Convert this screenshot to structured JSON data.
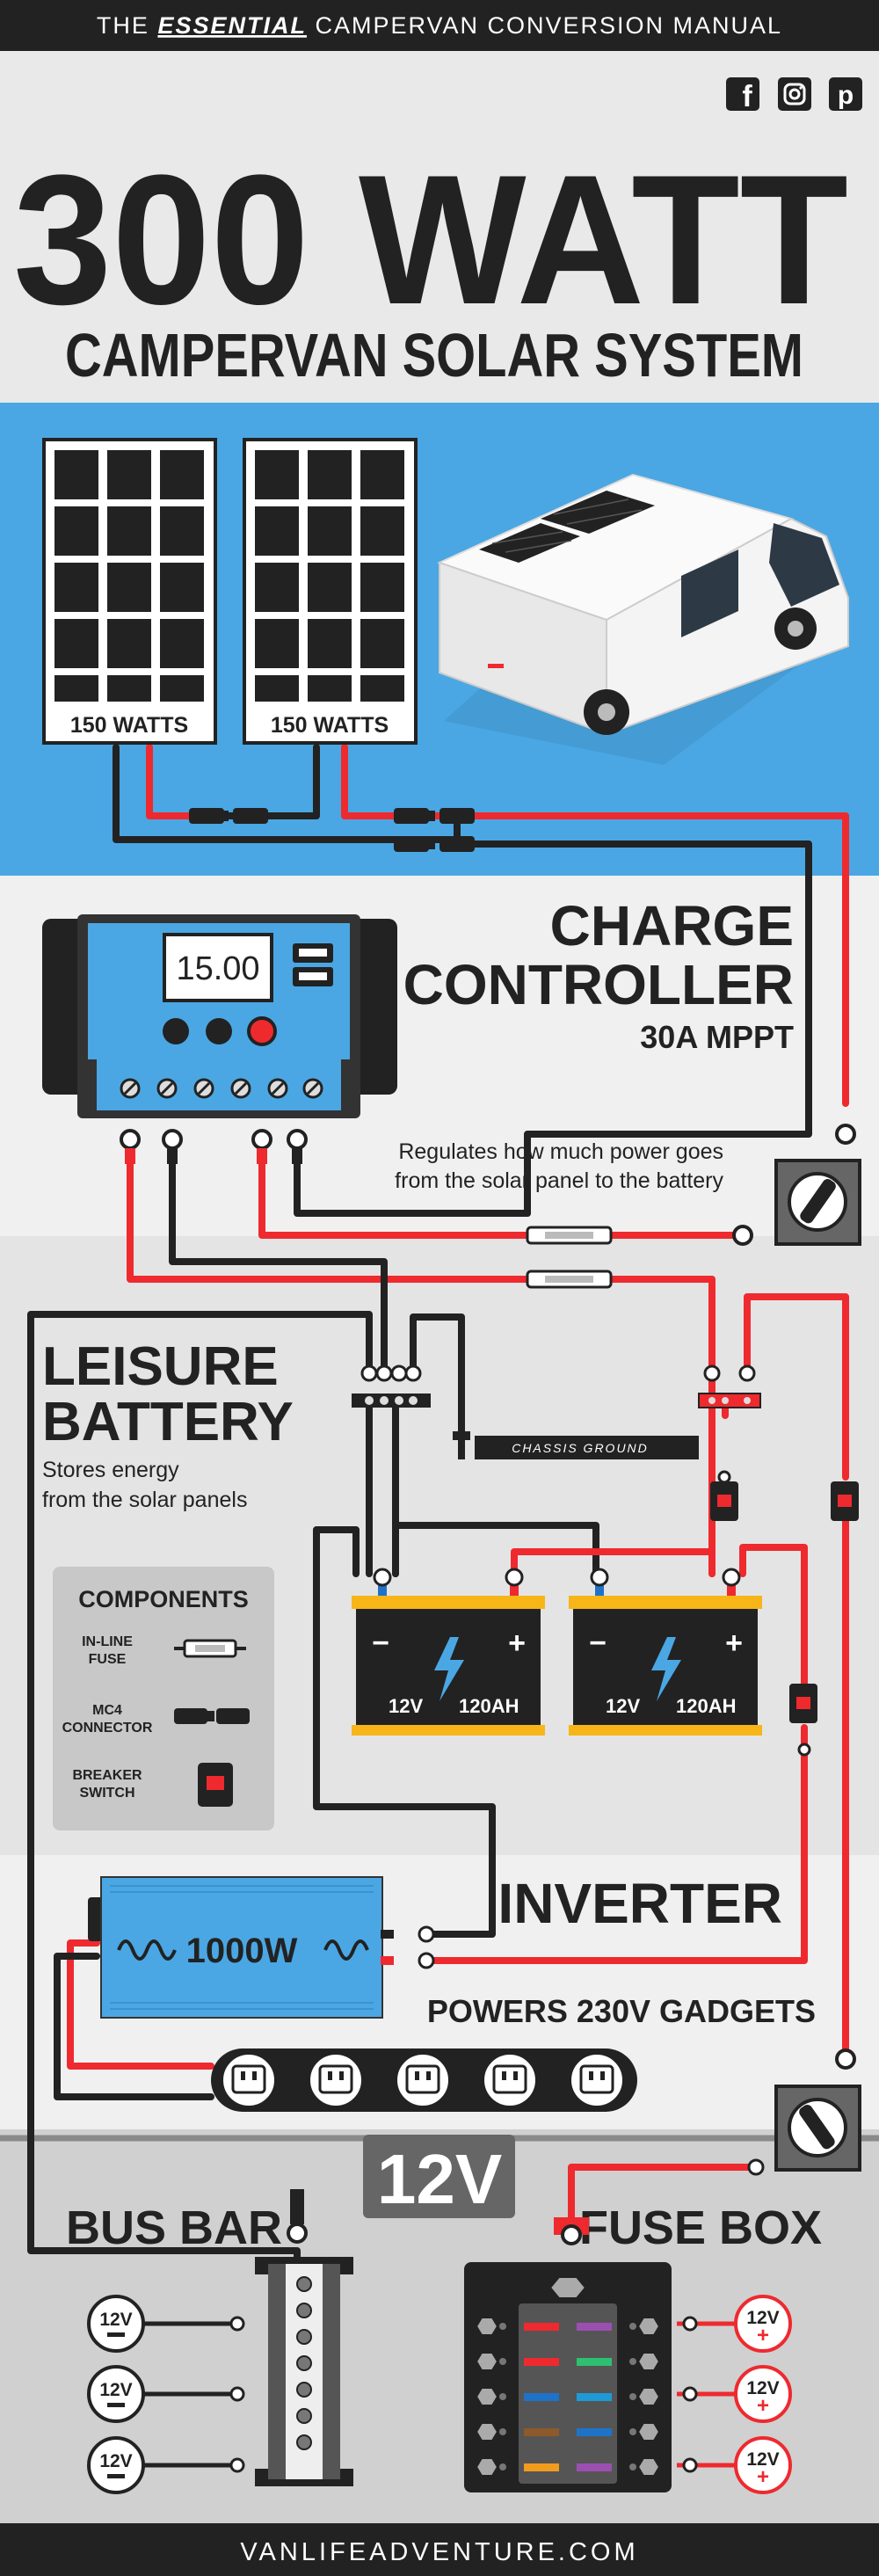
{
  "colors": {
    "dark": "#222222",
    "red": "#ee2a2f",
    "sky": "#4aa7e3",
    "yellow": "#f7b518",
    "light": "#efefef",
    "mid": "#e4e4e4",
    "footer": "#cfcfcf"
  },
  "header": {
    "prefix": "THE",
    "emphasis": "ESSENTIAL",
    "suffix": "CAMPERVAN CONVERSION MANUAL"
  },
  "social": [
    {
      "icon": "facebook-icon",
      "glyph": "f"
    },
    {
      "icon": "instagram-icon",
      "glyph": "◎"
    },
    {
      "icon": "pinterest-icon",
      "glyph": "p"
    }
  ],
  "title": {
    "line1": "300 WATT",
    "line2": "CAMPERVAN SOLAR SYSTEM"
  },
  "panels": [
    {
      "label": "150 WATTS"
    },
    {
      "label": "150 WATTS"
    }
  ],
  "controller": {
    "display": "15.00",
    "title1": "CHARGE",
    "title2": "CONTROLLER",
    "subtitle": "30A MPPT",
    "desc1": "Regulates how much power goes",
    "desc2": "from the solar panel to the battery"
  },
  "battery": {
    "title1": "LEISURE",
    "title2": "BATTERY",
    "desc1": "Stores energy",
    "desc2": "from the solar panels",
    "units": [
      {
        "voltage": "12V",
        "capacity": "120AH"
      },
      {
        "voltage": "12V",
        "capacity": "120AH"
      }
    ]
  },
  "chassis_ground": "CHASSIS GROUND",
  "components": {
    "title": "COMPONENTS",
    "items": [
      {
        "line1": "IN-LINE",
        "line2": "FUSE",
        "icon": "inline-fuse-icon"
      },
      {
        "line1": "MC4",
        "line2": "CONNECTOR",
        "icon": "mc4-connector-icon"
      },
      {
        "line1": "BREAKER",
        "line2": "SWITCH",
        "icon": "breaker-switch-icon"
      }
    ]
  },
  "inverter": {
    "label": "1000W",
    "title": "INVERTER",
    "desc": "POWERS 230V GADGETS",
    "sockets": 5
  },
  "dc": {
    "badge": "12V",
    "busbar_title": "BUS BAR",
    "fusebox_title": "FUSE BOX",
    "busbar_outputs": [
      "12V",
      "12V",
      "12V"
    ],
    "fusebox_outputs": [
      "12V",
      "12V",
      "12V"
    ]
  },
  "footer": {
    "url": "VANLIFEADVENTURE.COM"
  }
}
